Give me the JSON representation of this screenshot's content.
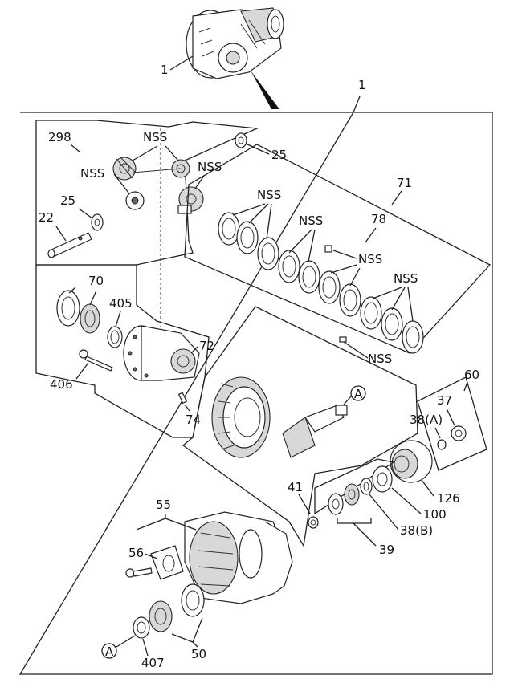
{
  "diagram": {
    "labels": {
      "top_assembly": "1",
      "frame_callout": "1",
      "l298": "298",
      "nss_a": "NSS",
      "nss_b": "NSS",
      "nss_c": "NSS",
      "l25_top": "25",
      "l25_left": "25",
      "l22": "22",
      "l71": "71",
      "nss_d": "NSS",
      "l78": "78",
      "nss_e": "NSS",
      "nss_f": "NSS",
      "nss_g": "NSS",
      "nss_h": "NSS",
      "l70": "70",
      "l405": "405",
      "l72": "72",
      "l406": "406",
      "l74": "74",
      "l60": "60",
      "l37": "37",
      "l38a": "38(A)",
      "circle_a_top": "A",
      "l41": "41",
      "l126": "126",
      "l100": "100",
      "l38b": "38(B)",
      "l39": "39",
      "l55": "55",
      "l56": "56",
      "circle_a_bottom": "A",
      "l407": "407",
      "l50": "50"
    }
  }
}
